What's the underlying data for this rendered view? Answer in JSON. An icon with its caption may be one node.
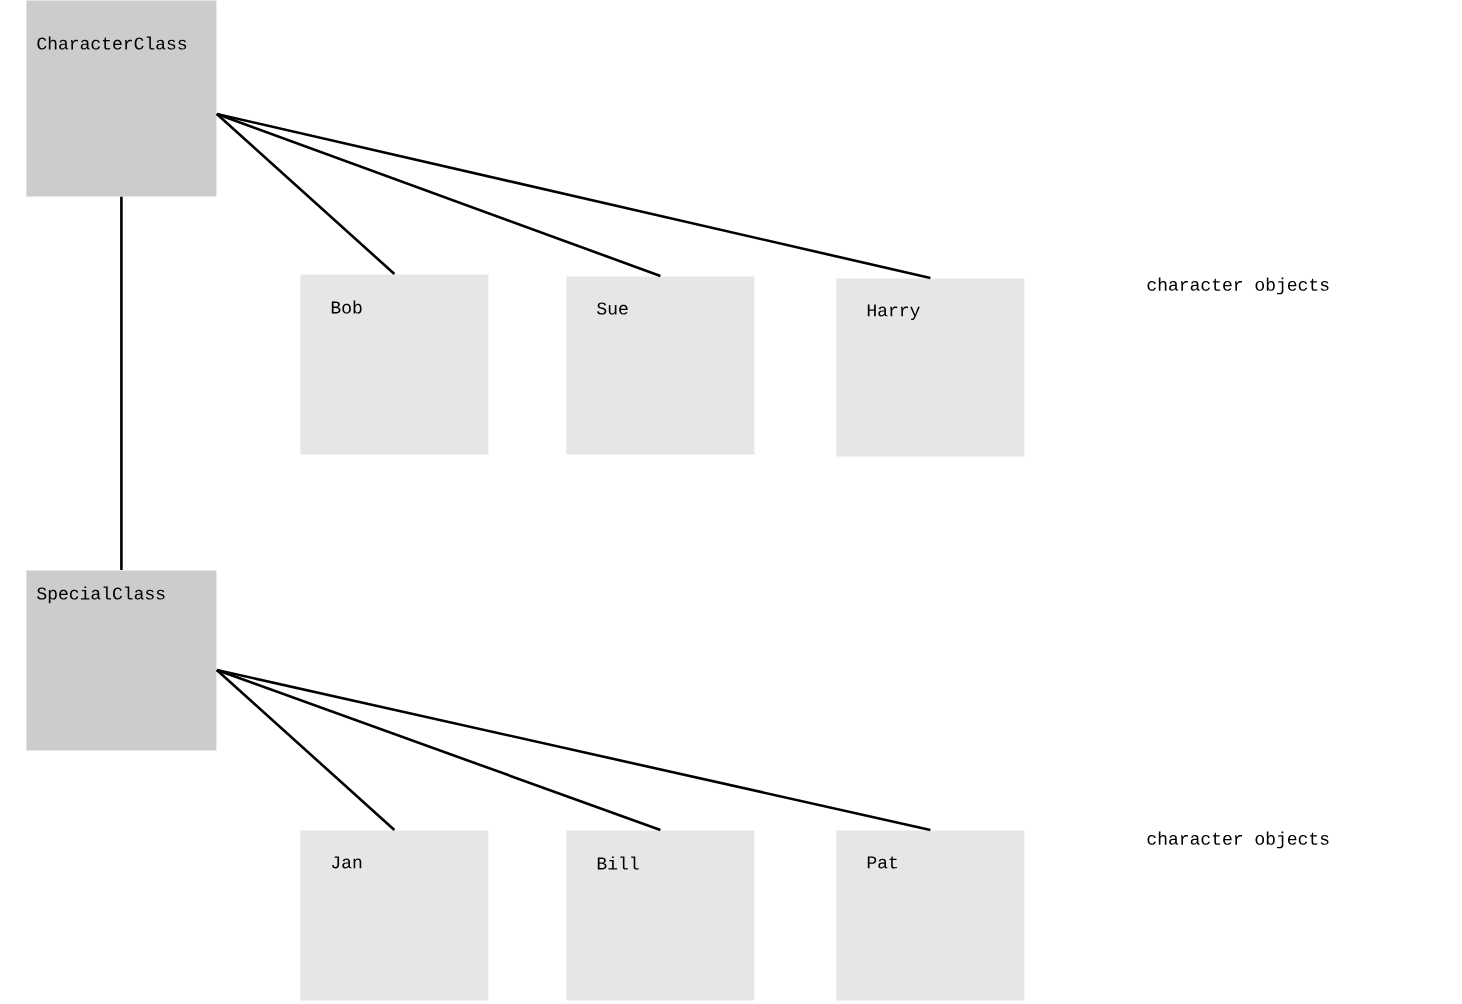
{
  "diagram": {
    "nodes": [
      {
        "text": [
          "CharacterClass"
        ]
      },
      {
        "text": [
          "Bob"
        ]
      },
      {
        "text": [
          "Sue"
        ]
      },
      {
        "text": [
          "Harry"
        ]
      },
      {
        "text": [
          "SpecialClass"
        ]
      },
      {
        "text": [
          "Jan"
        ]
      },
      {
        "text": [
          "Bill"
        ]
      },
      {
        "text": [
          "Pat"
        ]
      }
    ],
    "edges": [
      {
        "from": 0,
        "to": 1,
        "arrow": "none"
      },
      {
        "from": 0,
        "to": 2,
        "arrow": "none"
      },
      {
        "from": 0,
        "to": 3,
        "arrow": "none"
      },
      {
        "from": 0,
        "to": 4,
        "arrow": "none"
      },
      {
        "from": 4,
        "to": 5,
        "arrow": "none"
      },
      {
        "from": 4,
        "to": 6,
        "arrow": "none"
      },
      {
        "from": 4,
        "to": 7,
        "arrow": "none"
      }
    ],
    "labels": [
      "character objects",
      "character objects"
    ]
  }
}
